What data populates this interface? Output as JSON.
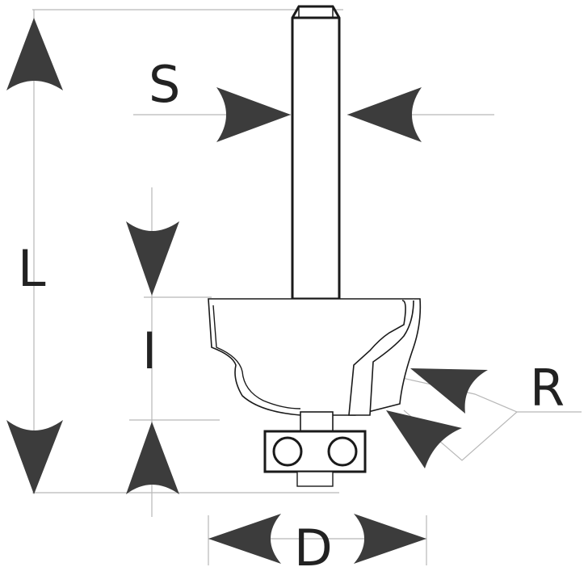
{
  "labels": {
    "shank_diameter": "S",
    "overall_length": "L",
    "cutting_length": "I",
    "radius": "R",
    "cutting_diameter": "D"
  },
  "colors": {
    "arrow": "#3c3c3c",
    "outline": "#1a1a1a",
    "guide_line": "#b8b8b8",
    "background": "#ffffff"
  }
}
